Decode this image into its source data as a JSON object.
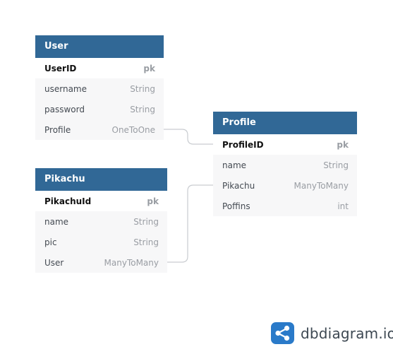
{
  "tables": [
    {
      "id": "user",
      "name": "User",
      "fields": [
        {
          "name": "UserID",
          "type": "pk",
          "pk": true
        },
        {
          "name": "username",
          "type": "String"
        },
        {
          "name": "password",
          "type": "String"
        },
        {
          "name": "Profile",
          "type": "OneToOne"
        }
      ]
    },
    {
      "id": "pikachu",
      "name": "Pikachu",
      "fields": [
        {
          "name": "PikachuId",
          "type": "pk",
          "pk": true
        },
        {
          "name": "name",
          "type": "String"
        },
        {
          "name": "pic",
          "type": "String"
        },
        {
          "name": "User",
          "type": "ManyToMany"
        }
      ]
    },
    {
      "id": "profile",
      "name": "Profile",
      "fields": [
        {
          "name": "ProfileID",
          "type": "pk",
          "pk": true
        },
        {
          "name": "name",
          "type": "String"
        },
        {
          "name": "Pikachu",
          "type": "ManyToMany"
        },
        {
          "name": "Poffins",
          "type": "int"
        }
      ]
    }
  ],
  "relationships": [
    {
      "from": "User.Profile",
      "to": "Profile.ProfileID"
    },
    {
      "from": "Pikachu.User",
      "to": "Profile.Pikachu"
    }
  ],
  "brand": {
    "text": "dbdiagram.io",
    "logo_icon": "share-nodes-icon"
  },
  "colors": {
    "header": "#316896",
    "brand_logo": "#2a7ac9",
    "edge": "#c9ccd0"
  }
}
